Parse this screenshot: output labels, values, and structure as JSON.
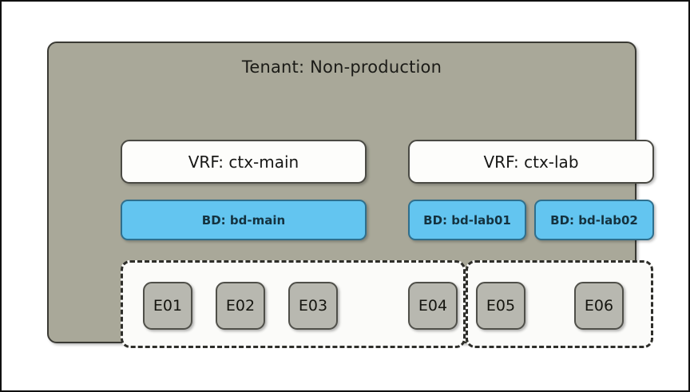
{
  "diagram": {
    "tenant": {
      "title": "Tenant: Non-production"
    },
    "vrfs": [
      {
        "id": "ctx-main",
        "label": "VRF: ctx-main"
      },
      {
        "id": "ctx-lab",
        "label": "VRF: ctx-lab"
      }
    ],
    "bridge_domains": [
      {
        "id": "bd-main",
        "label": "BD: bd-main"
      },
      {
        "id": "bd-lab01",
        "label": "BD: bd-lab01"
      },
      {
        "id": "bd-lab02",
        "label": "BD: bd-lab02"
      }
    ],
    "epgs": [
      {
        "id": "e01",
        "label": "E01"
      },
      {
        "id": "e02",
        "label": "E02"
      },
      {
        "id": "e03",
        "label": "E03"
      },
      {
        "id": "e04",
        "label": "E04"
      },
      {
        "id": "e05",
        "label": "E05"
      },
      {
        "id": "e06",
        "label": "E06"
      }
    ],
    "colors": {
      "tenant_fill": "#a9a899",
      "vrf_fill": "#fdfdfb",
      "bd_fill": "#63c5f0",
      "epg_fill": "#b8b8b0",
      "epg_group_fill": "#fbfbf9",
      "outline": "#3a3a34",
      "page_background": "#ffffff"
    }
  }
}
